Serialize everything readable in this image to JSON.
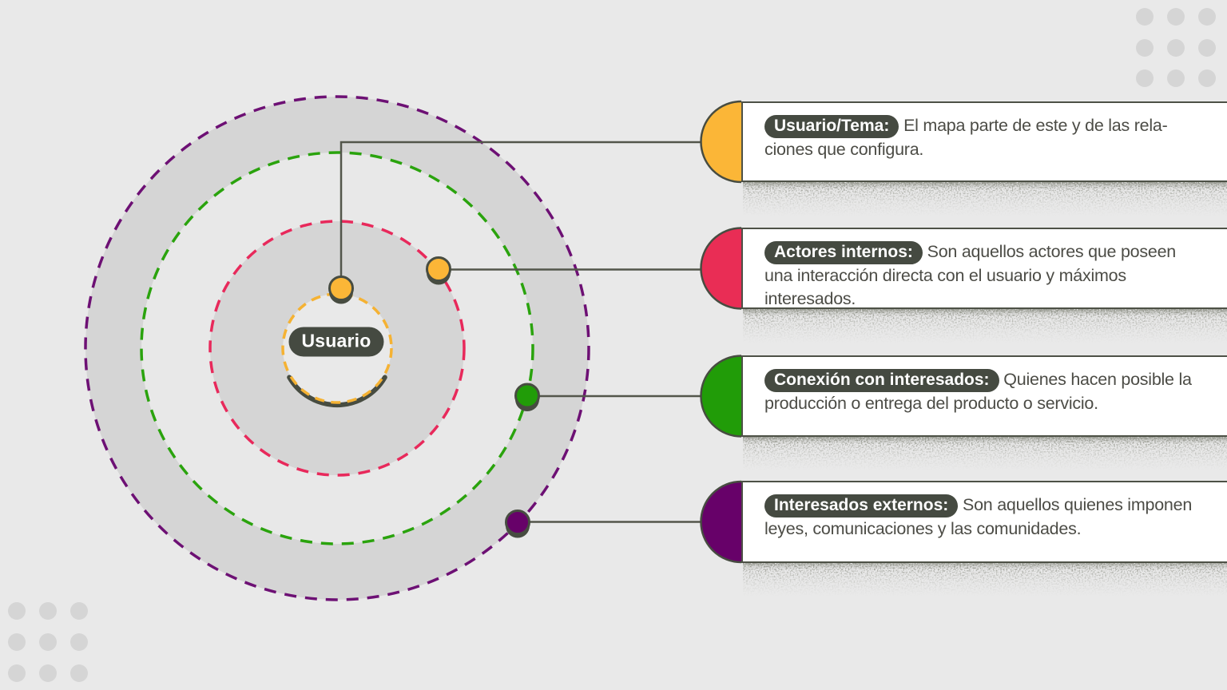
{
  "colors": {
    "background": "#e9e9e9",
    "ring_dark": "#d5d5d5",
    "ring_light": "#e8e8e8",
    "ink": "#474c41",
    "border": "#4d5146",
    "body_text": "#4c4c46",
    "dot_grid": "#d5d5d5",
    "purple_dash": "#6d1074",
    "green_dash": "#2aa30d",
    "red_dash": "#e8295b",
    "yellow_dash": "#f5b233"
  },
  "diagram": {
    "center_label": "Usuario"
  },
  "callouts": [
    {
      "title": "Usuario/Tema:",
      "body": "El mapa parte de este y de las rela­ciones que configura.",
      "accent": "#fbb637"
    },
    {
      "title": "Actores internos:",
      "body": "Son aquellos actores que poseen una interacción directa con el usuario y máximos interesados.",
      "accent": "#e92d55"
    },
    {
      "title": "Conexión con interesados:",
      "body": "Quienes hacen posi­ble la producción o entrega del producto o servicio.",
      "accent": "#219c08"
    },
    {
      "title": "Interesados externos:",
      "body": "Son aquellos quienes imponen leyes, comunicaciones y las comunidades.",
      "accent": "#670169"
    }
  ]
}
